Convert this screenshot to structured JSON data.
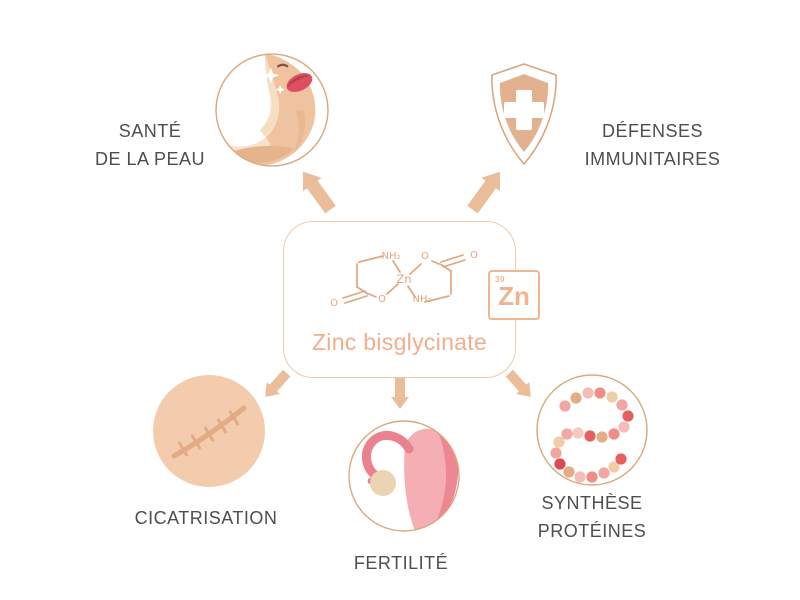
{
  "center_card": {
    "molecule_name": "Zinc bisglycinate",
    "element": {
      "atomic_number": "30",
      "symbol": "Zn"
    },
    "structure_labels": {
      "amine_top": "NH₂",
      "oxygen_top": "O",
      "zinc": "Zn",
      "oxygen_bottom": "O",
      "amine_bottom": "NH₂",
      "carbonyl_oxygen_left": "O",
      "carbonyl_oxygen_right": "O"
    }
  },
  "benefits": [
    {
      "id": "skin-health",
      "lines": [
        "SANTÉ",
        "DE LA PEAU"
      ]
    },
    {
      "id": "immune-defenses",
      "lines": [
        "DÉFENSES",
        "IMMUNITAIRES"
      ]
    },
    {
      "id": "wound-healing",
      "lines": [
        "CICATRISATION"
      ]
    },
    {
      "id": "fertility",
      "lines": [
        "FERTILITÉ"
      ]
    },
    {
      "id": "protein-synthesis",
      "lines": [
        "SYNTHÈSE",
        "PROTÉINES"
      ]
    }
  ],
  "colors": {
    "accent_tan": "#EBBE9B",
    "outline_tan": "#D9A87E",
    "card_border": "#F0C9AA",
    "molecule_text": "#F0AE8A",
    "structure_stroke": "#E0A67B",
    "label_text": "#4E4E4E",
    "skin_main": "#EFC2A0",
    "lips_red": "#DC5060",
    "uterus_pink": "#EC8793",
    "scar_fill": "#F3CCAE",
    "scar_line": "#E2AA85"
  }
}
